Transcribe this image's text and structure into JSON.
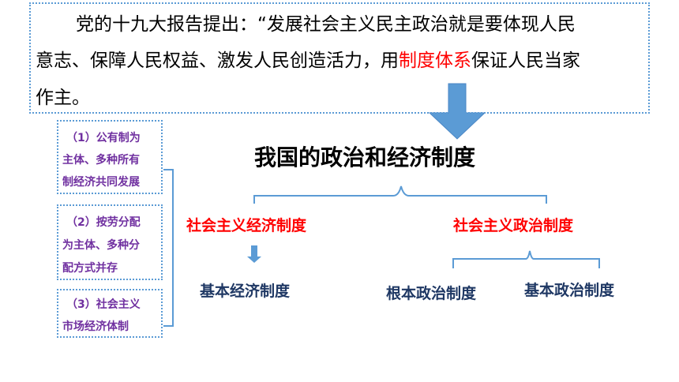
{
  "quote": {
    "line1": "党的十九大报告提出：“发展社会主义民主政治就是要体现人民",
    "line2_before": "意志、保障人民权益、激发人民创造活力，用",
    "line2_highlight": "制度体系",
    "line2_after": "保证人民当家",
    "line3": "作主。"
  },
  "title": "我国的政治和经济制度",
  "economic_system": "社会主义经济制度",
  "political_system": "社会主义政治制度",
  "basic_economic_system": "基本经济制度",
  "fundamental_political_system": "根本政治制度",
  "basic_political_system": "基本政治制度",
  "economic_items": [
    {
      "lines": [
        "（1）公有制为",
        "主体、多种所有",
        "制经济共同发展"
      ]
    },
    {
      "lines": [
        "（2）按劳分配",
        "为主体、多种分",
        "配方式并存"
      ]
    },
    {
      "lines": [
        "（3）社会主义",
        "市场经济体制"
      ]
    }
  ],
  "colors": {
    "accent_blue": "#5b9bd5",
    "red": "#ff0000",
    "purple": "#7030a0",
    "navy": "#1f3864"
  },
  "icons": [
    "down-arrow-icon",
    "small-down-arrow-icon",
    "brace-icon"
  ]
}
